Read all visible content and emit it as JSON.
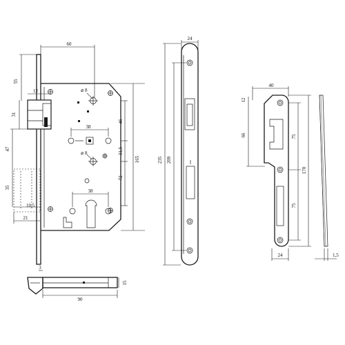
{
  "lock_body": {
    "dim_backset_width": "60",
    "dim_top_offset": "55",
    "dim_latch_width": "12",
    "dim_latch_height": "31",
    "dim_hole_diam_top": "⌀ 8",
    "dim_hole_diam_mid": "⌀ 8",
    "dim_spindle_spacing": "38",
    "dim_keyhole_spacing": "38",
    "dim_46": "46",
    "dim_31_5": "31,5",
    "dim_165": "165",
    "dim_72": "72",
    "dim_47": "47",
    "dim_35": "35",
    "dim_21": "21",
    "dim_10_5": "10,5"
  },
  "faceplate": {
    "dim_width": "24",
    "dim_total": "235",
    "dim_inner": "209"
  },
  "strike_plate": {
    "dim_width_top": "40",
    "dim_top": "12",
    "dim_66": "66",
    "dim_75a": "75",
    "dim_75b": "75",
    "dim_170": "170",
    "dim_width_bottom": "24",
    "dim_thickness": "1,5"
  },
  "bottom_view": {
    "dim_3": "3",
    "dim_15": "15",
    "dim_90": "90"
  }
}
